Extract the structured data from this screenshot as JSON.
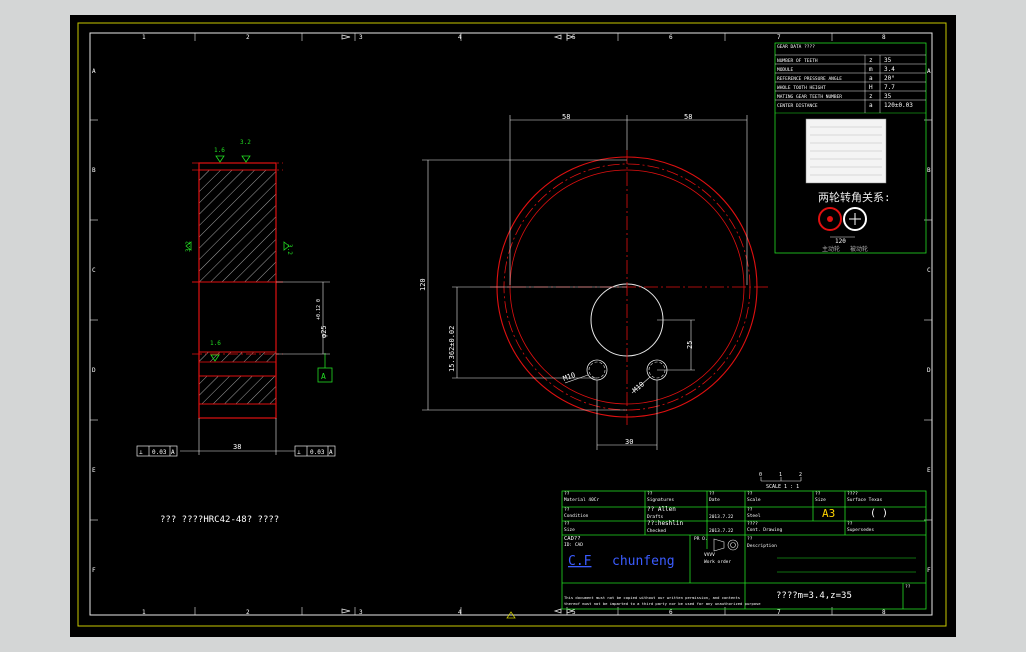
{
  "colors": {
    "frame": "#c8c800",
    "part": "#e01010",
    "dimension": "#e8e8e8",
    "annotation": "#22dd22",
    "title_block": "#22dd22",
    "logo": "#3b5cff"
  },
  "grid": {
    "columns": [
      "1",
      "2",
      "3",
      "4",
      "5",
      "6",
      "7",
      "8"
    ],
    "rows": [
      "A",
      "B",
      "C",
      "D",
      "E",
      "F"
    ]
  },
  "gear_table": {
    "header": "GEAR DATA ????",
    "rows": [
      {
        "label": "NUMBER OF TEETH",
        "sym": "z",
        "val": "35"
      },
      {
        "label": "MODULE",
        "sym": "m",
        "val": "3.4"
      },
      {
        "label": "REFERENCE PRESSURE ANGLE",
        "sym": "a",
        "val": "20°"
      },
      {
        "label": "WHOLE TOOTH HEIGHT",
        "sym": "H",
        "val": "7.7"
      },
      {
        "label": "MATING GEAR TEETH NUMBER",
        "sym": "z",
        "val": "35"
      },
      {
        "label": "CENTER DISTANCE",
        "sym": "a",
        "val": "120±0.03"
      }
    ]
  },
  "relation": {
    "title": "两轮转角关系:",
    "distance": "120",
    "driver": "主动轮",
    "driven": "被动轮"
  },
  "dims": {
    "left_hatch_top": "1.6",
    "left_top": "3.2",
    "left_side_a": "3.2",
    "left_side_b": "3.2",
    "bore_finish": "1.6",
    "bore_dia": "φ25",
    "bore_tol": "+0.12 0",
    "datum": "A",
    "width": "38",
    "tol_left": [
      "⊥",
      "0.03",
      "A"
    ],
    "tol_right": [
      "⊥",
      "0.03",
      "A"
    ],
    "half_left": "58",
    "half_right": "58",
    "outer_dia": "120",
    "keyway": "15.362±0.02",
    "hole_offset": "25",
    "hole_spacing": "30",
    "thread_1": "M10",
    "thread_2": "M10"
  },
  "note": "??? ????HRC42-48? ????",
  "scale_bar": {
    "label": "SCALE 1 : 1",
    "ticks": [
      "0",
      "1",
      "2"
    ]
  },
  "title_block": {
    "material_label": "??",
    "material": "Material 40Cr",
    "signature_label": "??",
    "signature": "Signatures",
    "date_label": "??",
    "date": "Date",
    "scale_label": "??",
    "scale": "Scale",
    "size_label": "??",
    "size_hdr": "Size",
    "surface_label": "????",
    "surface": "Surface Texas",
    "paper": "A3",
    "surface_val": "(   )",
    "condition_label": "??",
    "condition": "Condition",
    "drafts_label": "?? Allen",
    "drafts": "Drafts",
    "draft_date": "2013.7.22",
    "steel_label": "??",
    "steel": "Steel",
    "size2_label": "??",
    "size2": "Size",
    "checked_label": "??:heshlin",
    "checked": "Checked",
    "check_date": "2013.7.22",
    "cont_label": "????",
    "cont": "Cont. Drawing",
    "super_label": "??",
    "super": "Supersedes",
    "cad_label": "CAD??",
    "cad": "ID: CAD",
    "logo_a": "C.F",
    "logo_b": "chunfeng",
    "projection": "PR O.",
    "work_label": "VVVV",
    "work": "Work order",
    "desc_label": "??",
    "desc": "Description",
    "disclaimer1": "This document must not be copied without our written permission, and contents",
    "disclaimer2": "thereof must not be imparted to a third party nor be used for any unauthorized purpose",
    "drawing_title": "????m=3.4,z=35",
    "sheet_no": "??"
  }
}
